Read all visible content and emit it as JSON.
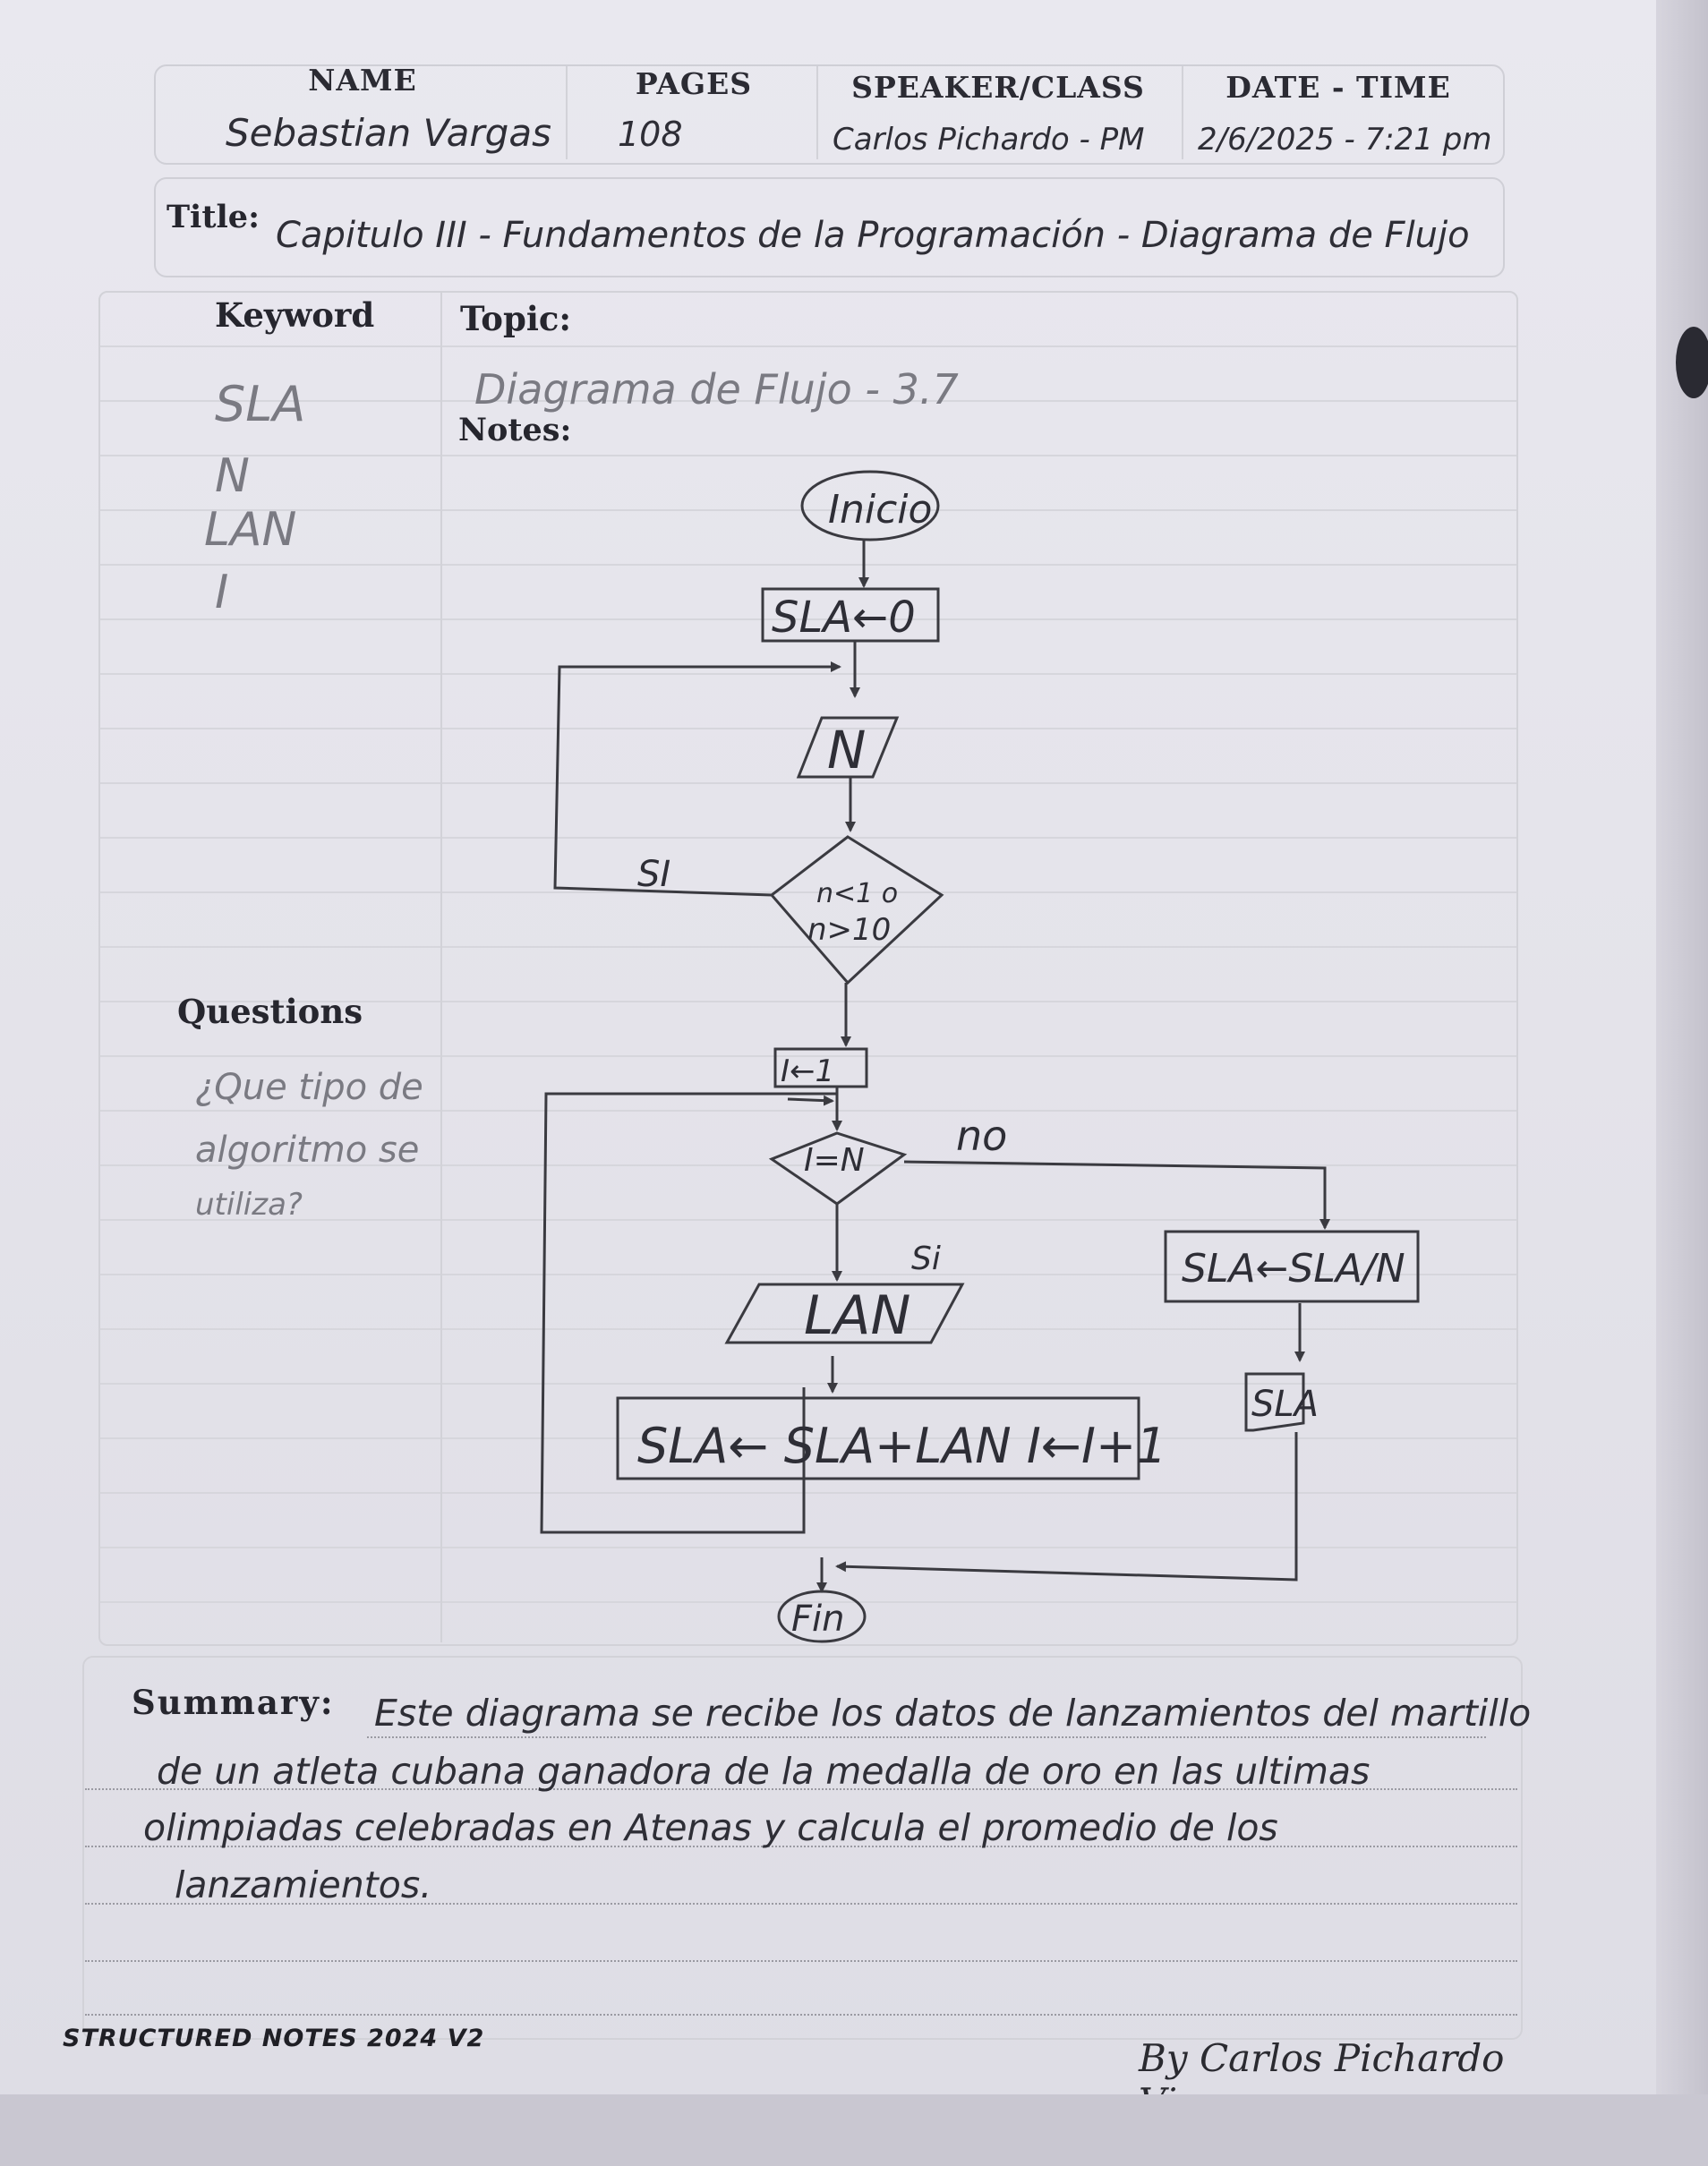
{
  "header": {
    "name_label": "NAME",
    "pages_label": "PAGES",
    "speaker_label": "SPEAKER/CLASS",
    "date_label": "DATE - TIME",
    "name_value": "Sebastian Vargas",
    "pages_value": "108",
    "speaker_value": "Carlos Pichardo - PM",
    "date_value": "2/6/2025 - 7:21 pm"
  },
  "title": {
    "label": "Title:",
    "value": "Capitulo III - Fundamentos de la Programación - Diagrama de Flujo"
  },
  "keyword": {
    "label": "Keyword",
    "items": [
      "SLA",
      "N",
      "LAN",
      "I"
    ]
  },
  "topic": {
    "label": "Topic:",
    "value": "Diagrama de Flujo - 3.7"
  },
  "notes_label": "Notes:",
  "questions": {
    "label": "Questions",
    "lines": [
      "¿Que tipo de",
      "algoritmo se",
      "utiliza?"
    ]
  },
  "flowchart": {
    "start": "Inicio",
    "init": "SLA←0",
    "input_n": "N",
    "cond1_line1": "n<1 o",
    "cond1_line2": "n>10",
    "yes1": "SI",
    "init_i": "I←1",
    "cond2": "I=N",
    "no2": "no",
    "yes2": "Si",
    "input_lan": "LAN",
    "process": "SLA← SLA+LAN  I←I+1",
    "avg": "SLA←SLA/N",
    "output": "SLA",
    "end": "Fin"
  },
  "summary": {
    "label": "Summary:",
    "lines": [
      "Este diagrama se recibe los datos de lanzamientos del martillo",
      "de un atleta cubana ganadora de la medalla de oro en las ultimas",
      "olimpiadas celebradas en Atenas y calcula el promedio de los",
      "lanzamientos."
    ]
  },
  "footer": {
    "brand": "STRUCTURED NOTES 2024 V2",
    "author": "By Carlos Pichardo Vinguez"
  }
}
